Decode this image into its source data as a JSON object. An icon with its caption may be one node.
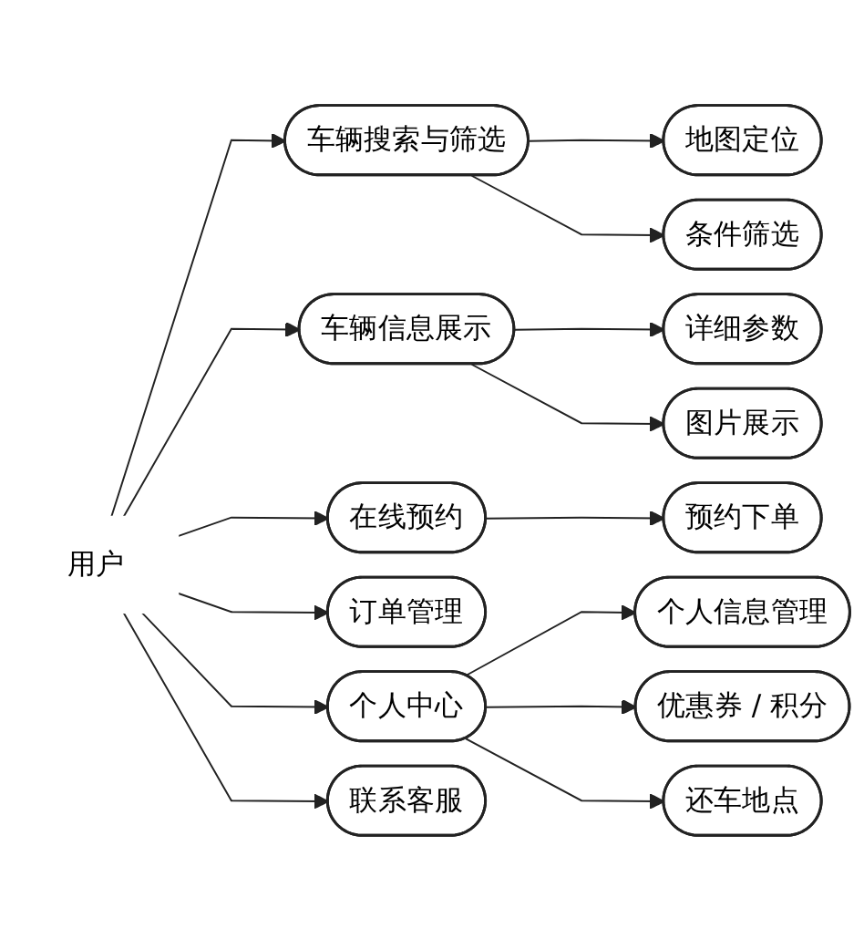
{
  "diagram": {
    "nodes": [
      {
        "text": [
          "用户"
        ]
      },
      {
        "text": [
          "车辆搜索与筛选"
        ]
      },
      {
        "text": [
          "地图定位"
        ]
      },
      {
        "text": [
          "条件筛选"
        ]
      },
      {
        "text": [
          "车辆信息展示"
        ]
      },
      {
        "text": [
          "详细参数"
        ]
      },
      {
        "text": [
          "图片展示"
        ]
      },
      {
        "text": [
          "在线预约"
        ]
      },
      {
        "text": [
          "预约下单"
        ]
      },
      {
        "text": [
          "订单管理"
        ]
      },
      {
        "text": [
          "个人中心"
        ]
      },
      {
        "text": [
          "个人信息管理"
        ]
      },
      {
        "text": [
          "优惠券 / 积分"
        ]
      },
      {
        "text": [
          "还车地点"
        ]
      },
      {
        "text": [
          "联系客服"
        ]
      }
    ],
    "edges": [
      {
        "from": 0,
        "to": 1,
        "arrow": "to"
      },
      {
        "from": 0,
        "to": 4,
        "arrow": "to"
      },
      {
        "from": 0,
        "to": 7,
        "arrow": "to"
      },
      {
        "from": 0,
        "to": 9,
        "arrow": "to"
      },
      {
        "from": 0,
        "to": 10,
        "arrow": "to"
      },
      {
        "from": 0,
        "to": 14,
        "arrow": "to"
      },
      {
        "from": 1,
        "to": 2,
        "arrow": "to"
      },
      {
        "from": 1,
        "to": 3,
        "arrow": "to"
      },
      {
        "from": 4,
        "to": 5,
        "arrow": "to"
      },
      {
        "from": 4,
        "to": 6,
        "arrow": "to"
      },
      {
        "from": 7,
        "to": 8,
        "arrow": "to"
      },
      {
        "from": 10,
        "to": 11,
        "arrow": "to"
      },
      {
        "from": 10,
        "to": 12,
        "arrow": "to"
      },
      {
        "from": 10,
        "to": 13,
        "arrow": "to"
      }
    ]
  }
}
